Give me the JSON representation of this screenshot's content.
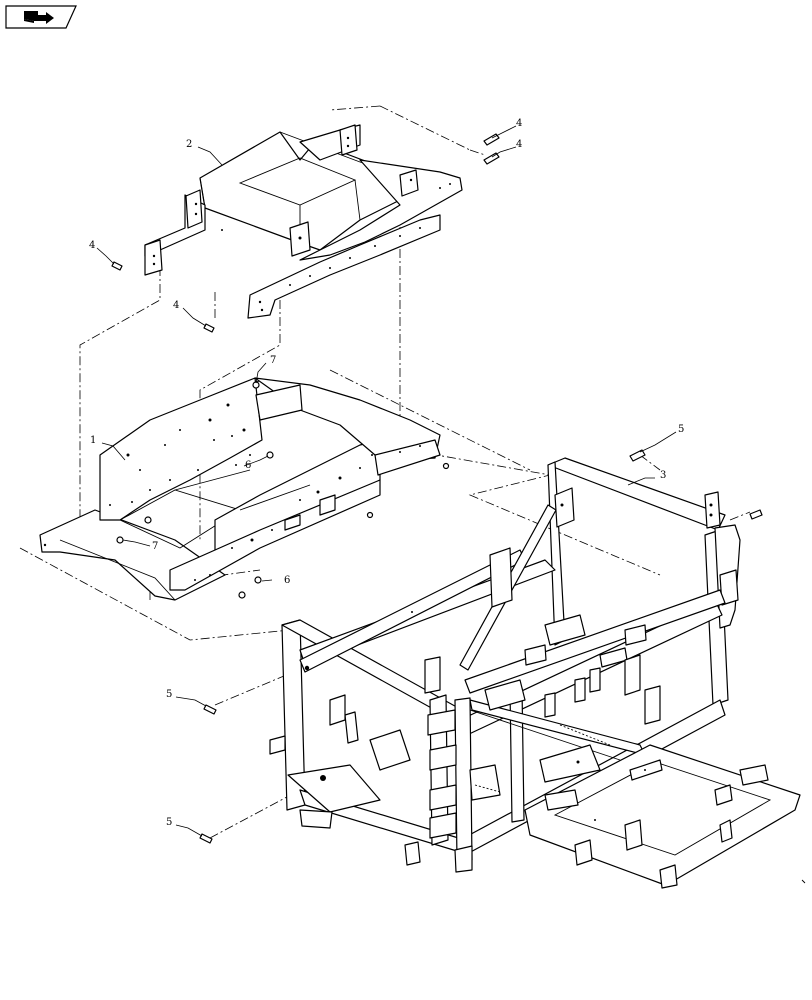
{
  "header": {
    "icon": "book-arrow-icon"
  },
  "callouts": {
    "c1": "1",
    "c2": "2",
    "c3": "3",
    "c4a": "4",
    "c4b": "4",
    "c4c": "4",
    "c4d": "4",
    "c5a": "5",
    "c5b": "5",
    "c5c": "5",
    "c6a": "6",
    "c6b": "6",
    "c7a": "7",
    "c7b": "7"
  }
}
